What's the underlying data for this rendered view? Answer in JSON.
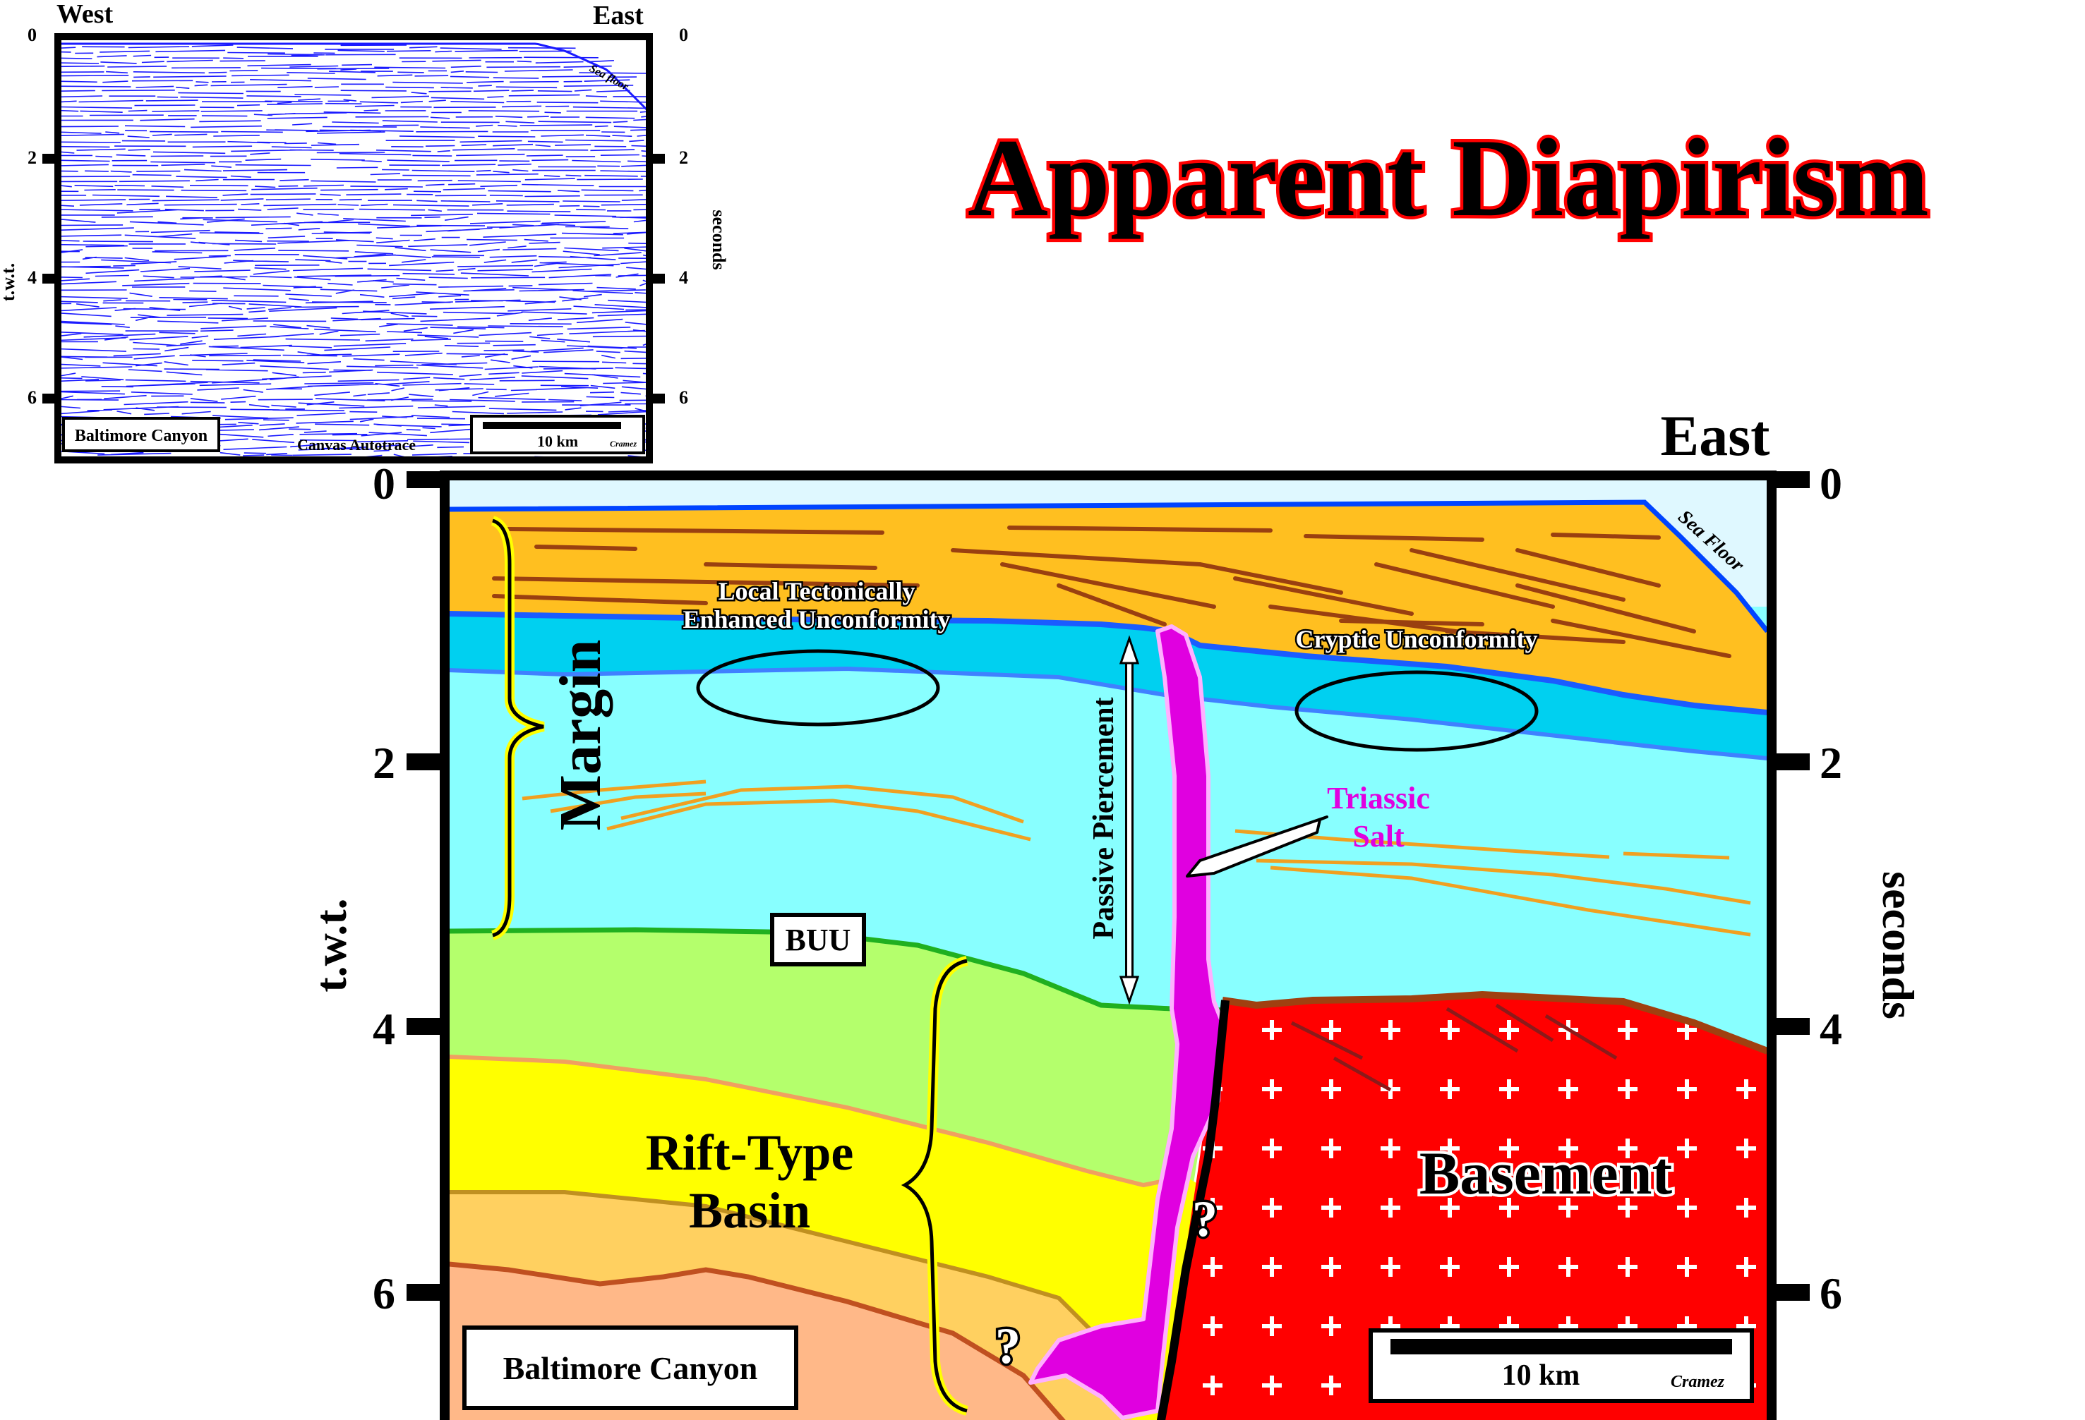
{
  "title": "Apparent Diapirism",
  "seismic": {
    "west": "West",
    "east": "East",
    "sea_floor": "Sea floor",
    "left_axis": "t.w.t.",
    "right_axis": "seconds",
    "ticks": [
      "0",
      "2",
      "4",
      "6"
    ],
    "location": "Baltimore Canyon",
    "software": "Canvas Autotrace",
    "scale": "10 km",
    "author": "Cramez",
    "trace_color": "#1a1aff"
  },
  "section": {
    "east": "East",
    "left_axis": "t.w.t.",
    "right_axis": "seconds",
    "ticks": [
      "0",
      "2",
      "4",
      "6"
    ],
    "sea_floor": "Sea Floor",
    "local_unconformity": [
      "Local Tectonically",
      "Enhanced Unconformity"
    ],
    "cryptic_unconformity": "Cryptic Unconformity",
    "margin": "Margin",
    "passive_piercement": "Passive Piercement",
    "triassic_salt": [
      "Triassic",
      "Salt"
    ],
    "buu": "BUU",
    "rift_basin": [
      "Rift-Type",
      "Basin"
    ],
    "basement": "Basement",
    "question": "?",
    "location": "Baltimore Canyon",
    "scale": "10 km",
    "author": "Cramez"
  },
  "colors": {
    "title_red": "#ff0000",
    "salt": "#e000e0",
    "basement": "#ff0000",
    "sea_water": "#dff8ff",
    "upper_margin": "#ffbf20",
    "light_blue": "#88ffff",
    "cyan_band": "#00d0f0",
    "green_unit": "#b4ff6c",
    "yellow_unit": "#ffff00",
    "orange_unit": "#ffd060",
    "salmon_unit": "#ffb888"
  }
}
